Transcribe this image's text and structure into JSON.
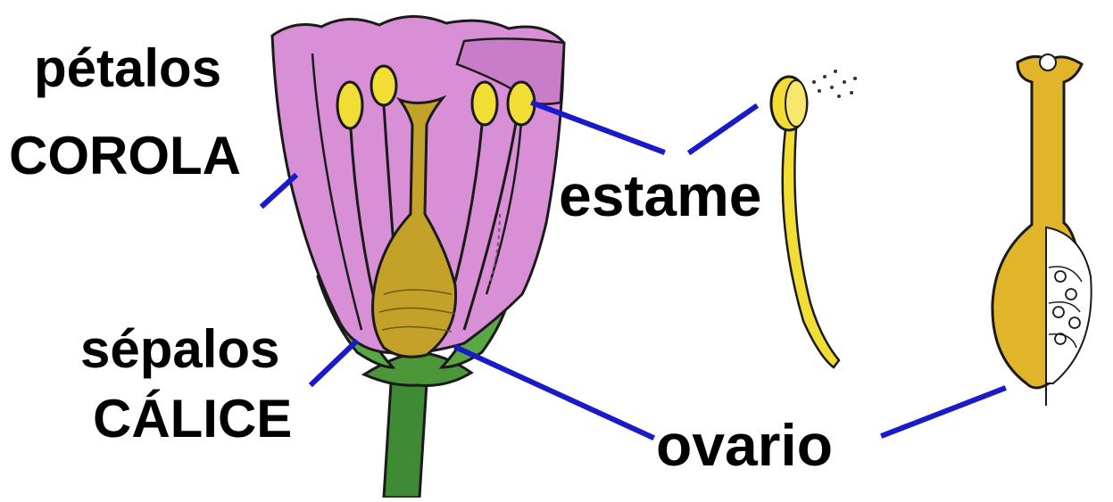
{
  "labels": {
    "petalos": "pétalos",
    "corola": "COROLA",
    "sepalos": "sépalos",
    "calice": "CÁLICE",
    "estame": "estame",
    "ovario": "ovario"
  },
  "colors": {
    "petal": "#d98fd6",
    "petal_inner": "#c97dc8",
    "sepal": "#4f9e3c",
    "stem": "#3f8a34",
    "ovary": "#c4a128",
    "anther": "#f2dd35",
    "leader_line": "#1a1ac8",
    "outline": "#1a1a1a"
  }
}
